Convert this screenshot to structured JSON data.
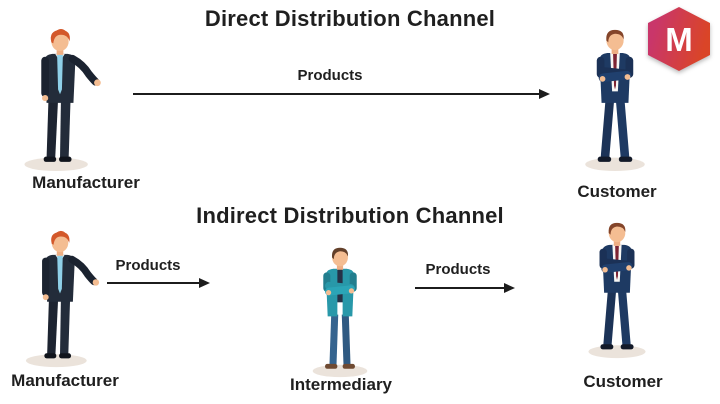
{
  "brand": {
    "letter": "M"
  },
  "direct": {
    "title": "Direct Distribution Channel",
    "products_label": "Products",
    "manufacturer_label": "Manufacturer",
    "customer_label": "Customer"
  },
  "indirect": {
    "title": "Indirect Distribution Channel",
    "products_label_1": "Products",
    "products_label_2": "Products",
    "manufacturer_label": "Manufacturer",
    "intermediary_label": "Intermediary",
    "customer_label": "Customer"
  },
  "colors": {
    "background": "#ffffff",
    "text": "#1f1f1f",
    "arrow": "#1c1c1c",
    "logo_gradient_start": "#c9366a",
    "logo_gradient_end": "#da4527",
    "manufacturer_suit": "#232c3a",
    "manufacturer_tie": "#8fd0e8",
    "manufacturer_hair": "#d3582a",
    "customer_suit": "#1e3a63",
    "customer_tie": "#7e2433",
    "customer_hair": "#84452a",
    "intermediary_jacket": "#2898a9",
    "intermediary_jeans": "#35648f",
    "intermediary_hair": "#63402a",
    "skin": "#f4bd92",
    "ground_shadow": "#ebe3db"
  }
}
